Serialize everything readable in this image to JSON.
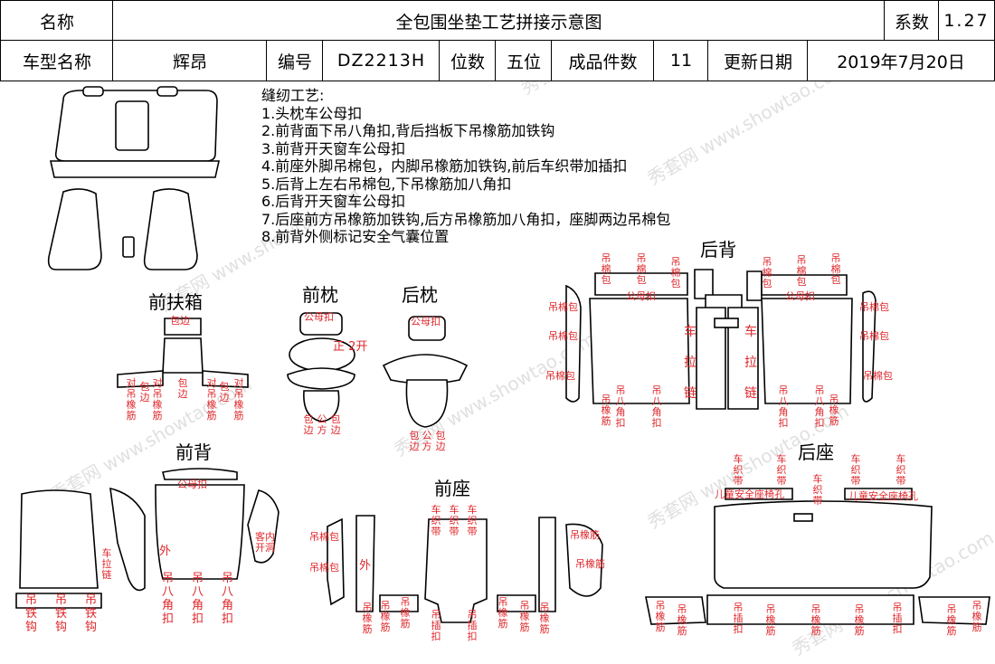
{
  "header": {
    "name_label": "名称",
    "doc_title": "全包围坐垫工艺拼接示意图",
    "coef_label": "系数",
    "coef_value": "1.27",
    "model_label": "车型名称",
    "model_value": "辉昂",
    "code_label": "编号",
    "code_value": "DZ2213H",
    "seats_label": "位数",
    "seats_value": "五位",
    "pieces_label": "成品件数",
    "pieces_value": "11",
    "date_label": "更新日期",
    "date_value": "2019年7月20日"
  },
  "notes": {
    "heading": "缝纫工艺:",
    "items": [
      "1.头枕车公母扣",
      "2.前背面下吊八角扣,背后挡板下吊橡筋加铁钩",
      "3.前背开天窗车公母扣",
      "4.前座外脚吊棉包，内脚吊橡筋加铁钩,前后车织带加插扣",
      "5.后背上左右吊棉包,下吊橡筋加八角扣",
      "6.后背开天窗车公母扣",
      "7.后座前方吊橡筋加铁钩,后方吊橡筋加八角扣，座脚两边吊棉包",
      "8.前背外侧标记安全气囊位置"
    ]
  },
  "sections": {
    "armrest": "前扶箱",
    "front_headrest": "前枕",
    "rear_headrest": "后枕",
    "rear_back": "后背",
    "front_back": "前背",
    "front_seat": "前座",
    "rear_seat": "后座"
  },
  "labels": {
    "bao_bian": "包边",
    "dui_diao_xiang_jin": "对吊橡筋",
    "diao_xiang_jin": "吊橡筋",
    "gong_mu_kou": "公母扣",
    "zheng_2_kai": "正 2开",
    "gong_fang": "公方",
    "diao_mian_bao": "吊棉包",
    "diao_ba_jiao_kou": "吊八角扣",
    "che_la_lian": "车拉链",
    "che_zhi_dai": "车织带",
    "er_tong_an_quan_zuo_yi_kong": "儿童安全座椅孔",
    "diao_tie_gou": "吊铁钩",
    "wai": "外",
    "ke_nei_kai_dong": "客内开洞",
    "che_la_lian_short": "车拉链",
    "diao_cha_kou": "吊插扣"
  },
  "watermark": "秀套网 www.showtao.com"
}
